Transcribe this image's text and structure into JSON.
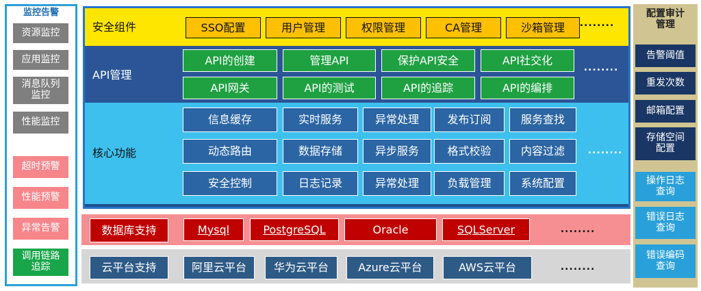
{
  "left_panel": {
    "title": "监控告警",
    "monitor_items": [
      "资源监控",
      "应用监控",
      "消息队列\n监控",
      "性能监控"
    ],
    "alert_items": [
      "超时预警",
      "性能预警",
      "异常告警"
    ],
    "trace_item": "调用链路\n追踪"
  },
  "security": {
    "label": "安全组件",
    "items": [
      "SSO配置",
      "用户管理",
      "权限管理",
      "CA管理",
      "沙箱管理"
    ],
    "more": "........"
  },
  "api_management": {
    "label": "API管理",
    "items": [
      "API的创建",
      "管理API",
      "保护API安全",
      "API社交化",
      "API网关",
      "API的测试",
      "API的追踪",
      "API的编排"
    ],
    "more": "........"
  },
  "core": {
    "label": "核心功能",
    "items": [
      "信息缓存",
      "实时服务",
      "异常处理",
      "发布订阅",
      "服务查找",
      "动态路由",
      "数据存储",
      "异步服务",
      "格式校验",
      "内容过滤",
      "安全控制",
      "日志记录",
      "异常处理",
      "负载管理",
      "系统配置"
    ],
    "more": "........"
  },
  "database": {
    "label": "数据库支持",
    "items": [
      "Mysql",
      "PostgreSQL",
      "Oracle",
      "SQLServer"
    ],
    "more": "........"
  },
  "cloud": {
    "label": "云平台支持",
    "items": [
      "阿里云平台",
      "华为云平台",
      "Azure云平台",
      "AWS云平台"
    ],
    "more": "........"
  },
  "right_panel": {
    "title": "配置审计\n管理",
    "config_items": [
      "告警阈值",
      "重发次数",
      "邮箱配置",
      "存储空间\n配置"
    ],
    "log_items": [
      "操作日志\n查询",
      "错误日志\n查询",
      "错误编码\n查询"
    ]
  },
  "colors": {
    "security_band": "#ffe600",
    "api_band": "#2b5596",
    "core_band": "#3ec0ee",
    "db_band": "#f58f92",
    "cloud_band": "#d6d6d6",
    "right_band": "#d0c592",
    "left_border": "#2a9fd8"
  }
}
